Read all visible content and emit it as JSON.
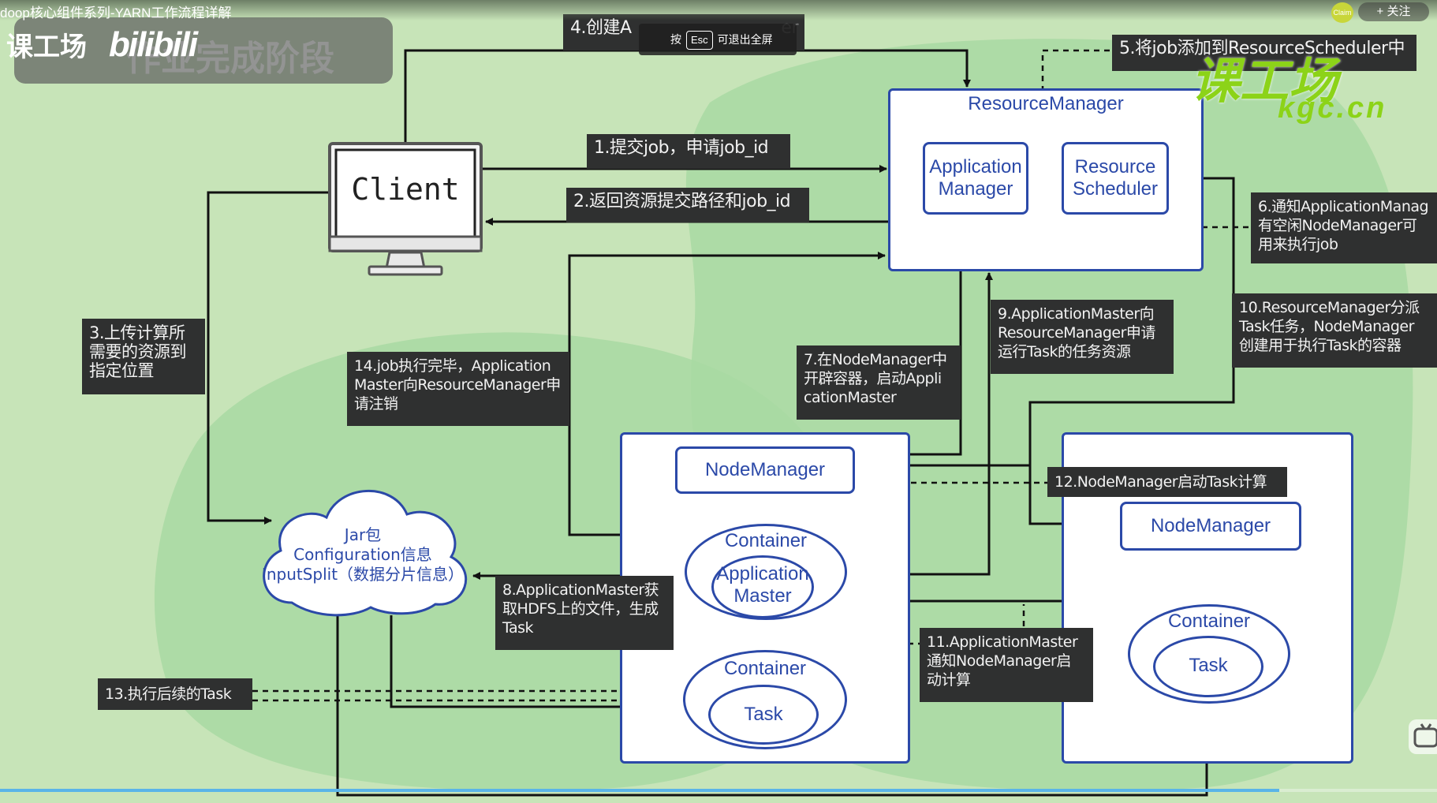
{
  "player": {
    "video_title": "doop核心组件系列-YARN工作流程详解",
    "follow_label": "+ 关注",
    "avatar_text": "Claim",
    "esc_prefix": "按",
    "esc_key": "Esc",
    "esc_suffix": "可退出全屏",
    "progress": 0.89
  },
  "slide": {
    "phase_title": "作业完成阶段",
    "watermark_left": "课工场",
    "bili_logo": "bilibili",
    "kgc_logo": "课工场",
    "kgc_url": "kgc.cn"
  },
  "nodes": {
    "client": "Client",
    "resource_manager": "ResourceManager",
    "application_manager": [
      "Application",
      "Manager"
    ],
    "resource_scheduler": [
      "Resource",
      "Scheduler"
    ],
    "node_manager_1": "NodeManager",
    "node_manager_2": "NodeManager",
    "container_am": "Container",
    "application_master": [
      "Application",
      "Master"
    ],
    "container_task_1": "Container",
    "task_1": "Task",
    "container_task_2": "Container",
    "task_2": "Task",
    "cloud": [
      "Jar包",
      "Configuration信息",
      "InputSplit（数据分片信息）"
    ]
  },
  "steps": {
    "s1": "1.提交job，申请job_id",
    "s2": "2.返回资源提交路径和job_id",
    "s3": [
      "3.上传计算所",
      "需要的资源到",
      "指定位置"
    ],
    "s4": "4.创建A",
    "s4_tail": "er",
    "s5": "5.将job添加到ResourceScheduler中",
    "s6": [
      "6.通知ApplicationManag",
      "有空闲NodeManager可",
      "用来执行job"
    ],
    "s7": [
      "7.在NodeManager中",
      "开辟容器，启动Appli",
      "cationMaster"
    ],
    "s8": [
      "8.ApplicationMaster获",
      "取HDFS上的文件，生成",
      "Task"
    ],
    "s9": [
      "9.ApplicationMaster向",
      "ResourceManager申请",
      "运行Task的任务资源"
    ],
    "s10": [
      "10.ResourceManager分派",
      "Task任务，NodeManager",
      "创建用于执行Task的容器"
    ],
    "s11": [
      "11.ApplicationMaster",
      "通知NodeManager启",
      "动计算"
    ],
    "s12": "12.NodeManager启动Task计算",
    "s13": "13.执行后续的Task",
    "s14": [
      "14.job执行完毕，Application",
      "Master向ResourceManager申",
      "请注销"
    ]
  },
  "colors": {
    "background": "#c7e4b8",
    "blob": "#a8d9a2",
    "blue": "#2b49a8",
    "label_bg": "#2f3030"
  }
}
